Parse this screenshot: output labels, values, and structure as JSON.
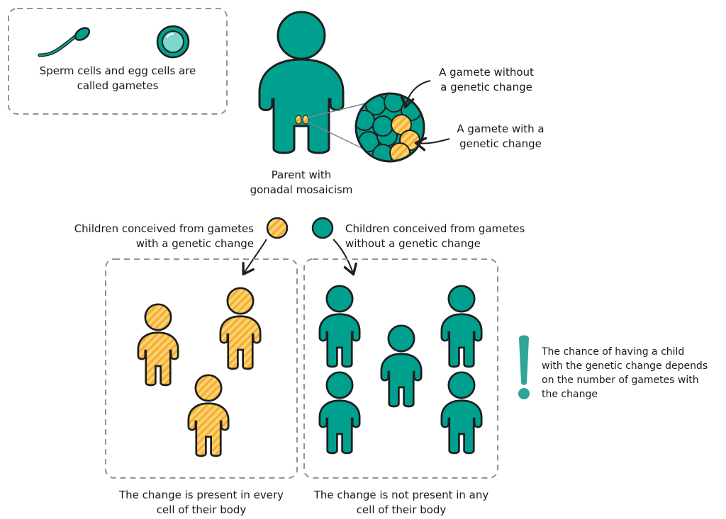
{
  "colors": {
    "teal": "#00a08e",
    "yellow": "#fdcb4c",
    "stripe": "#f4b03e",
    "outline": "#1e1e1e",
    "egg": "#7fd6cc",
    "dashed_border": "#8a94a4",
    "exclamation": "#2ea597"
  },
  "gametes_box": {
    "sperm_icon": "sperm-cell-icon",
    "egg_icon": "egg-cell-icon",
    "caption_line1": "Sperm cells and egg cells are",
    "caption_line2": "called gametes"
  },
  "parent": {
    "label_line1": "Parent with",
    "label_line2": "gonadal mosaicism"
  },
  "zoom": {
    "without_line1": "A gamete without",
    "without_line2": "a genetic change",
    "with_line1": "A gamete with a",
    "with_line2": "genetic change"
  },
  "legend": {
    "with_line1": "Children conceived from gametes",
    "with_line2": "with a genetic change",
    "without_line1": "Children conceived from gametes",
    "without_line2": "without a genetic change"
  },
  "groups": {
    "with_line1": "The change is present in every",
    "with_line2": "cell of their body",
    "without_line1": "The change is not present in any",
    "without_line2": "cell of their body"
  },
  "note": {
    "line1": "The chance of having a child",
    "line2": "with the genetic change depends",
    "line3": "on the number of gametes with",
    "line4": "the change"
  }
}
